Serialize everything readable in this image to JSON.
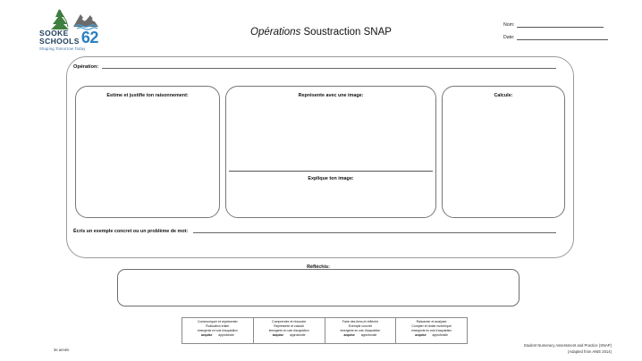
{
  "logo": {
    "name_line1": "SOOKE",
    "name_line2": "SCHOOLS",
    "number": "62",
    "tagline": "Shaping Tomorrow Today",
    "colors": {
      "tree_green": "#3f7f3f",
      "mountain_gray": "#6b6b6b",
      "water_blue": "#4a9fd4",
      "wordmark_navy": "#1b3c5a",
      "number_blue": "#2a7fc1"
    }
  },
  "header": {
    "title_italic": "Opérations",
    "title_rest": " Soustraction SNAP",
    "nom_label": "Nom:",
    "nom_value": "",
    "date_label": "Date:",
    "date_value": ""
  },
  "worksheet": {
    "operation_label": "Opération:",
    "operation_value": "",
    "panels": [
      {
        "title": "Estime et justifie ton raisonnement:",
        "value": ""
      },
      {
        "title": "Représente avec une image:",
        "value": ""
      },
      {
        "title": "Calcule:",
        "value": ""
      }
    ],
    "explique_label": "Explique ton image:",
    "explique_value": "",
    "exemple_label": "Écris un exemple concret ou un problème de mot:",
    "exemple_value": "",
    "reflechis_label": "Réfléchis:",
    "reflechis_value": ""
  },
  "rubric": {
    "levels_top": "émergente  en voie d'acquisition",
    "level_acquise": "acquise",
    "level_approfondie": "approfondie",
    "cells": [
      {
        "line1": "Communiquer et représenter",
        "line2": "Évaluation entier"
      },
      {
        "line1": "Comprendre et résoudre",
        "line2": "Représente et calcule"
      },
      {
        "line1": "Faire des liens et réfléchir",
        "line2": "Exemple concret"
      },
      {
        "line1": "Raisonner et analyser",
        "line2": "Compter et droite numérique"
      }
    ]
  },
  "footer": {
    "left": "3e année",
    "right_line1": "Student Numeracy Assessment and Practice (SNAP)",
    "right_line2": "(Adapted from ANIE 2014)"
  }
}
